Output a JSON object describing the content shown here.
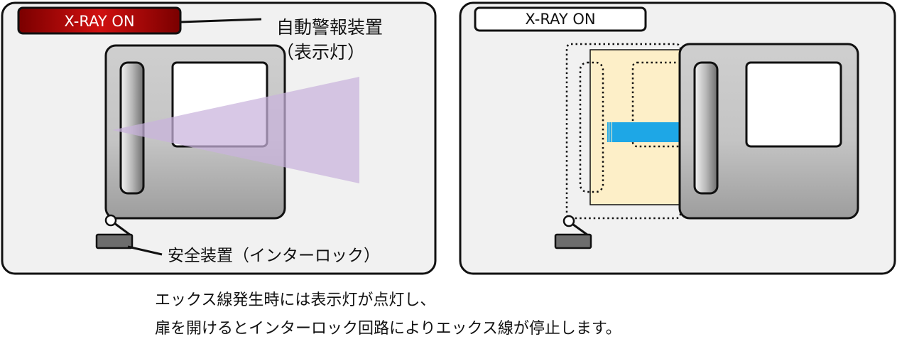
{
  "left_panel": {
    "indicator_text": "X-RAY ON",
    "indicator_state": "on",
    "lamp_label_line1": "自動警報装置",
    "lamp_label_line2": "（表示灯）",
    "interlock_label": "安全装置（インターロック）",
    "door_state": "closed"
  },
  "right_panel": {
    "indicator_text": "X-RAY ON",
    "indicator_state": "off",
    "door_state": "open"
  },
  "caption": {
    "line1": "エックス線発生時には表示灯が点灯し、",
    "line2": "扉を開けるとインターロック回路によりエックス線が停止します。"
  },
  "colors": {
    "indicator_on": "#cc1111",
    "beam": "#c9b3dd",
    "door_open_fill": "#fdefc8",
    "arrow": "#1ea7e6",
    "panel_bg": "#f1f1f1"
  }
}
